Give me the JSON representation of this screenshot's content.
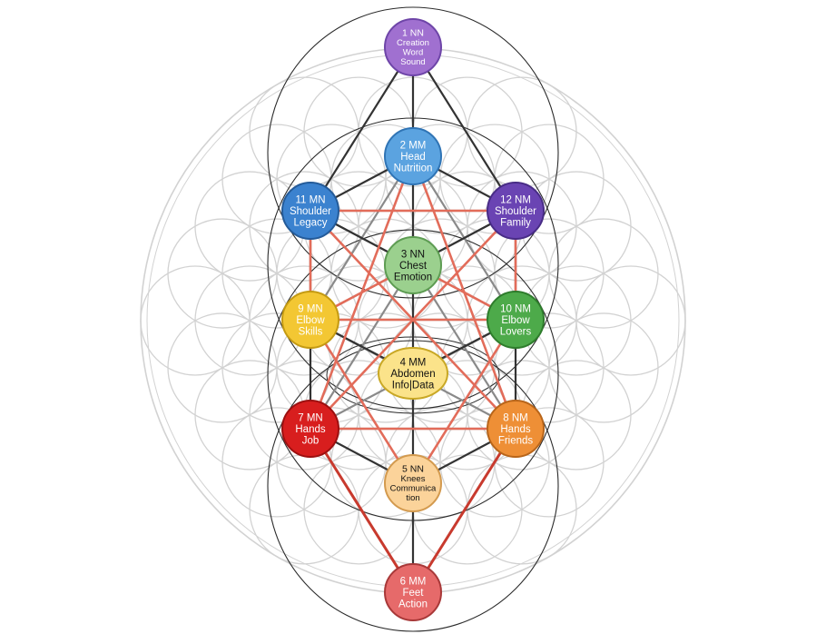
{
  "nodes": [
    {
      "id": "n1",
      "lines": [
        "1 NN",
        "Creation",
        "Word",
        "Sound"
      ],
      "color": "#a070d0",
      "stroke": "#6e45a8"
    },
    {
      "id": "n2",
      "lines": [
        "2 MM",
        "Head",
        "Nutrition"
      ],
      "color": "#5ba3e0",
      "stroke": "#2f74b5"
    },
    {
      "id": "n11",
      "lines": [
        "11 MN",
        "Shoulder",
        "Legacy"
      ],
      "color": "#3b82cf",
      "stroke": "#245b99"
    },
    {
      "id": "n12",
      "lines": [
        "12 NM",
        "Shoulder",
        "Family"
      ],
      "color": "#6a44b3",
      "stroke": "#482c86"
    },
    {
      "id": "n3",
      "lines": [
        "3 NN",
        "Chest",
        "Emotion"
      ],
      "color": "#9bd08e",
      "stroke": "#5d9c52"
    },
    {
      "id": "n9",
      "lines": [
        "9 MN",
        "Elbow",
        "Skills"
      ],
      "color": "#f3c733",
      "stroke": "#c49a12"
    },
    {
      "id": "n10",
      "lines": [
        "10 NM",
        "Elbow",
        "Lovers"
      ],
      "color": "#4daa4a",
      "stroke": "#2e7c2c"
    },
    {
      "id": "n4",
      "lines": [
        "4 MM",
        "Abdomen",
        "Info|Data"
      ],
      "color": "#fbe38a",
      "stroke": "#c9a825"
    },
    {
      "id": "n7",
      "lines": [
        "7 MN",
        "Hands",
        "Job"
      ],
      "color": "#d81e1e",
      "stroke": "#9c1010"
    },
    {
      "id": "n8",
      "lines": [
        "8 NM",
        "Hands",
        "Friends"
      ],
      "color": "#ee8f36",
      "stroke": "#b8651a"
    },
    {
      "id": "n5",
      "lines": [
        "5 NN",
        "Knees",
        "Communica",
        "tion"
      ],
      "color": "#fbd39a",
      "stroke": "#d39a4e"
    },
    {
      "id": "n6",
      "lines": [
        "6 MM",
        "Feet",
        "Action"
      ],
      "color": "#e66a6a",
      "stroke": "#a83838"
    }
  ],
  "colors": {
    "pattern": "#d2d2d2",
    "frame": "#2b2b2b",
    "black_edge": "#333333",
    "red_edge": "#e26c5a",
    "bottom_edge": "#c83a2e",
    "gray_edge": "#8a8a8a"
  }
}
